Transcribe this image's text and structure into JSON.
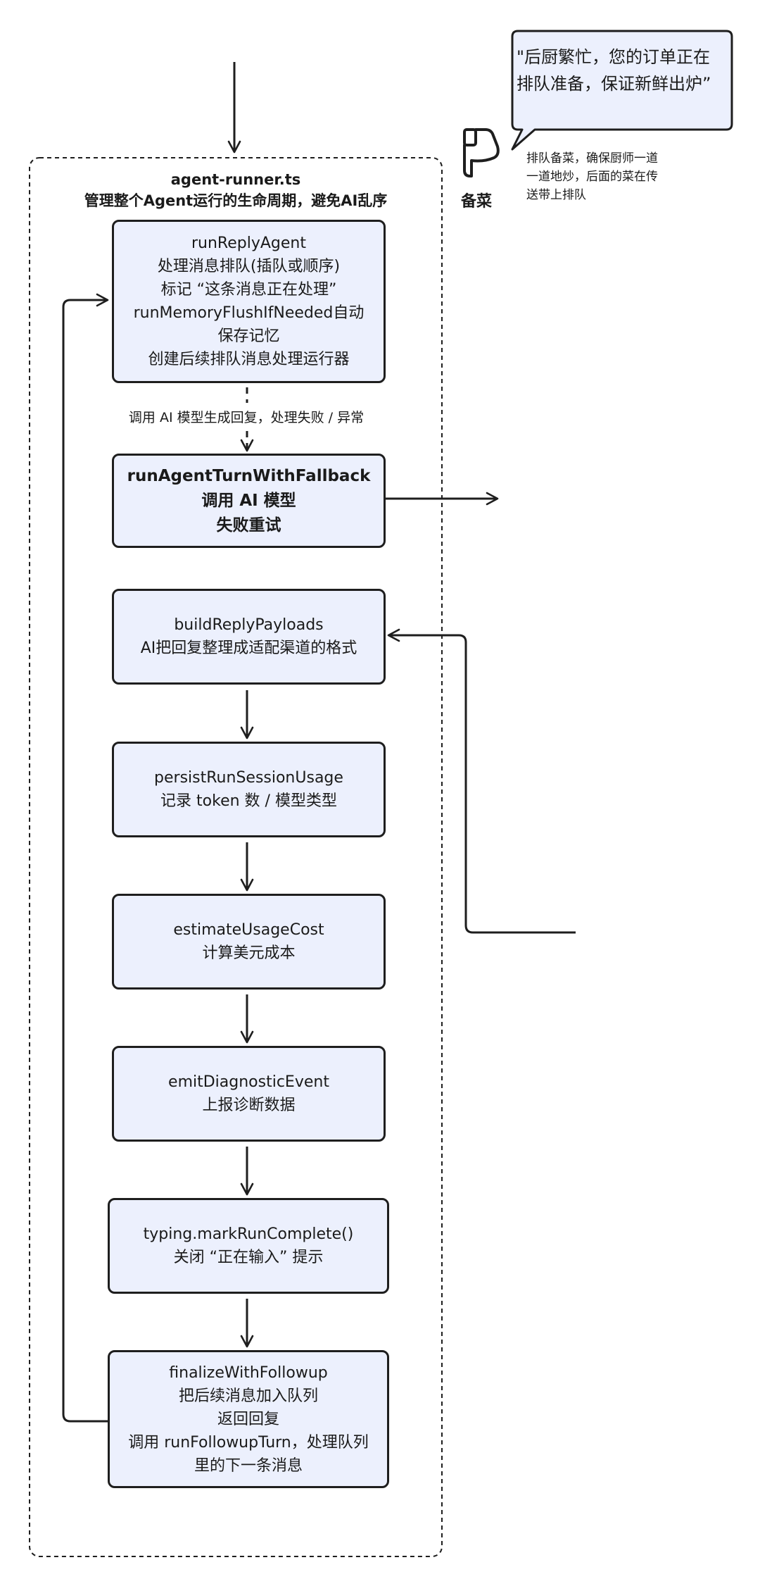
{
  "frame": {
    "title": "agent-runner.ts",
    "subtitle": "管理整个Agent运行的生命周期，避免AI乱序"
  },
  "edge_label": "调用 AI 模型生成回复，处理失败 / 异常",
  "boxes": [
    {
      "id": "runReplyAgent",
      "bold": false,
      "lines": [
        "runReplyAgent",
        "处理消息排队(插队或顺序)",
        "标记 “这条消息正在处理”",
        "runMemoryFlushIfNeeded自动",
        "保存记忆",
        "创建后续排队消息处理运行器"
      ]
    },
    {
      "id": "runAgentTurnWithFallback",
      "bold": true,
      "lines": [
        "runAgentTurnWithFallback",
        "调用 AI 模型",
        "失败重试"
      ]
    },
    {
      "id": "buildReplyPayloads",
      "bold": false,
      "lines": [
        "buildReplyPayloads",
        "AI把回复整理成适配渠道的格式"
      ]
    },
    {
      "id": "persistRunSessionUsage",
      "bold": false,
      "lines": [
        "persistRunSessionUsage",
        "记录 token 数 / 模型类型"
      ]
    },
    {
      "id": "estimateUsageCost",
      "bold": false,
      "lines": [
        "estimateUsageCost",
        "计算美元成本"
      ]
    },
    {
      "id": "emitDiagnosticEvent",
      "bold": false,
      "lines": [
        "emitDiagnosticEvent",
        "上报诊断数据"
      ]
    },
    {
      "id": "markRunComplete",
      "bold": false,
      "lines": [
        "typing.markRunComplete()",
        "关闭 “正在输入” 提示"
      ]
    },
    {
      "id": "finalizeWithFollowup",
      "bold": false,
      "lines": [
        "finalizeWithFollowup",
        "把后续消息加入队列",
        "返回回复",
        "调用 runFollowupTurn，处理队列",
        "里的下一条消息"
      ]
    }
  ],
  "bubble": {
    "lines": [
      "\"后厨繁忙，您的订单正在",
      "排队准备，保证新鲜出炉”"
    ]
  },
  "chef": {
    "icon": "chef-knife-icon",
    "label": "备菜",
    "note_lines": [
      "排队备菜，确保厨师一道",
      "一道地炒，后面的菜在传",
      "送带上排队"
    ]
  },
  "colors": {
    "box_fill": "#ecf0fd",
    "stroke": "#1e1e1e",
    "background": "#ffffff"
  }
}
